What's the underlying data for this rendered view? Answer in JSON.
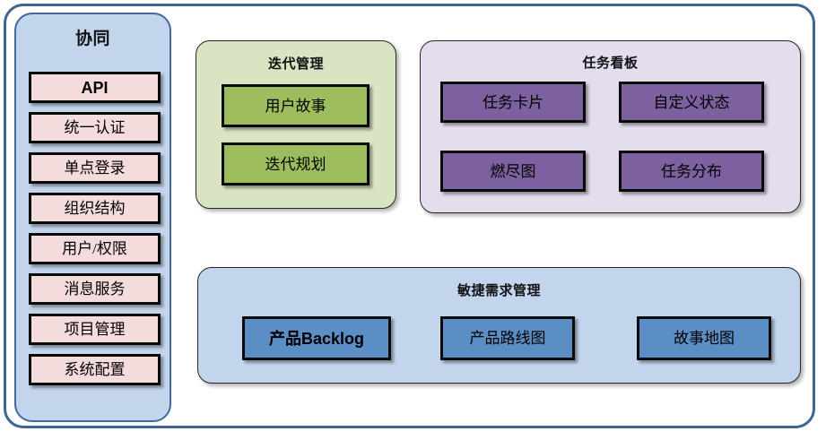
{
  "diagram": {
    "title_visible": false,
    "sidebar": {
      "title": "协同",
      "items": [
        {
          "label": "API",
          "emphasis": "bold-latin"
        },
        {
          "label": "统一认证"
        },
        {
          "label": "单点登录"
        },
        {
          "label": "组织结构"
        },
        {
          "label": "用户/权限"
        },
        {
          "label": "消息服务"
        },
        {
          "label": "项目管理"
        },
        {
          "label": "系统配置"
        }
      ],
      "fill": "#c3d5ec",
      "item_fill": "#f4dcdc"
    },
    "iteration": {
      "title": "迭代管理",
      "fill": "#d9e4c3",
      "item_fill": "#9dbc5e",
      "items": [
        {
          "label": "用户故事"
        },
        {
          "label": "迭代规划"
        }
      ]
    },
    "taskboard": {
      "title": "任务看板",
      "fill": "#e3dded",
      "item_fill": "#7d609f",
      "items": [
        {
          "label": "任务卡片"
        },
        {
          "label": "自定义状态"
        },
        {
          "label": "燃尽图"
        },
        {
          "label": "任务分布"
        }
      ]
    },
    "agile": {
      "title": "敏捷需求管理",
      "fill": "#c3d5ec",
      "item_fill": "#5b8ec4",
      "items": [
        {
          "label": "产品Backlog"
        },
        {
          "label": "产品路线图"
        },
        {
          "label": "故事地图"
        }
      ]
    },
    "frame": {
      "border_color": "#3f6593",
      "background": "#ffffff"
    }
  }
}
